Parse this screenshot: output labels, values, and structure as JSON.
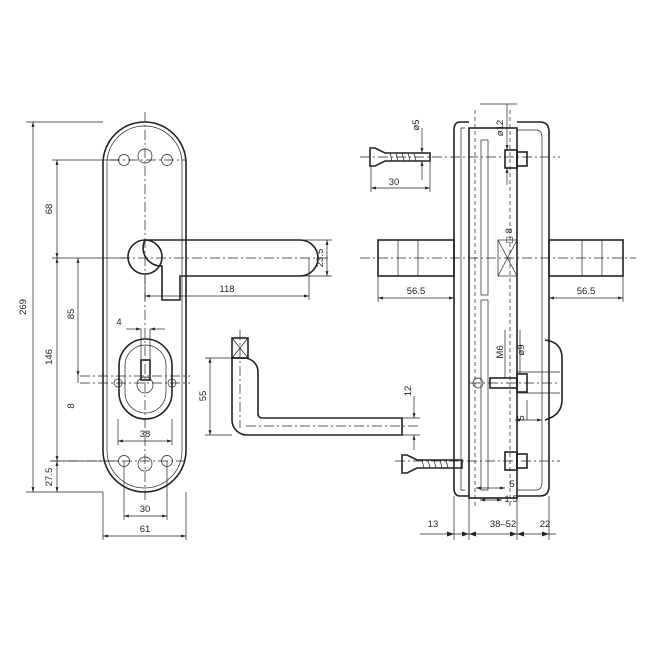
{
  "dimensions": {
    "total_height": "269",
    "upper_to_lever": "68",
    "lever_to_lower": "146",
    "lever_to_key": "85",
    "key_offset": "8",
    "bottom_margin": "27.5",
    "lever_reach": "118",
    "lever_thickness": "23.5",
    "key_slot_width": "4",
    "escutcheon_width": "38",
    "screw_spacing": "30",
    "plate_width": "61",
    "lever_drop": "55",
    "lever_tip": "12",
    "screw_diameter": "ø5",
    "bolt_diameter": "ø12",
    "screw_length": "30",
    "square_spindle": "◻ 8",
    "handle_length_left": "56.5",
    "handle_length_right": "56.5",
    "thread": "M6",
    "thread_diameter": "ø9",
    "offset_5_upper": "5",
    "offset_5_lower": "5",
    "offset_1_5": "1.5",
    "outer_plate": "13",
    "door_thickness": "38–52",
    "inner_plate": "22"
  }
}
